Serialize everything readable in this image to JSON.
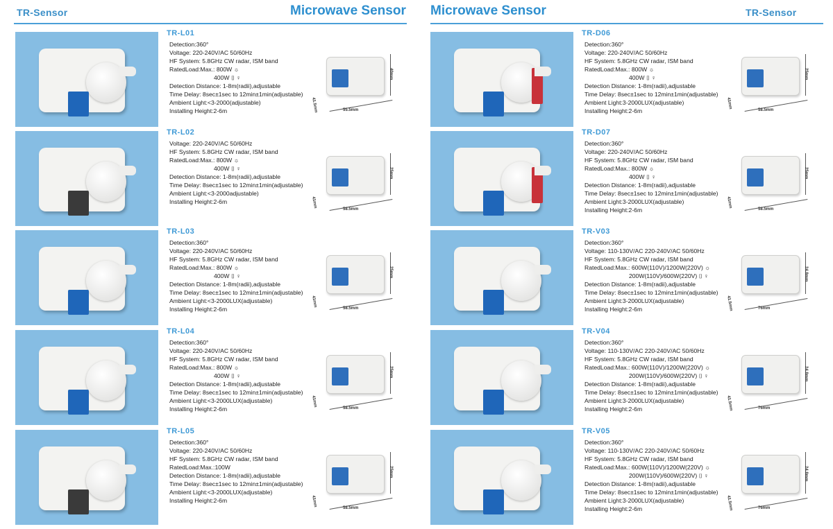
{
  "left_page": {
    "brand": "TR-Sensor",
    "title": "Microwave Sensor",
    "products": [
      {
        "code": "TR-L01",
        "specs": [
          "Detection:360°",
          "Voltage: 220-240V/AC 50/60Hz",
          "HF System: 5.8GHz CW radar, ISM band",
          "RatedLoad:Max.: 800W ☼",
          "400W ⌷ ♀",
          "Detection Distance: 1-8m(radii),adjustable",
          "Time Delay: 8sec±1sec to 12min±1min(adjustable)",
          "Ambient Light:<3-2000(adjustable)",
          "Installing Height:2-6m"
        ],
        "dims": {
          "w": "55.5mm",
          "h": "40mm",
          "d": "41.5mm"
        }
      },
      {
        "code": "TR-L02",
        "specs": [
          "Voltage: 220-240V/AC 50/60Hz",
          "HF System: 5.8GHz CW radar, ISM band",
          "RatedLoad:Max.: 800W ☼",
          "400W ⌷ ♀",
          "Detection Distance: 1-8m(radii),adjustable",
          "Time Delay: 8sec±1sec to 12min±1min(adjustable)",
          "Ambient Light:<3-2000adjustable)",
          "Installing Height:2-6m"
        ],
        "dims": {
          "w": "58.5mm",
          "h": "25mm",
          "d": "41mm"
        }
      },
      {
        "code": "TR-L03",
        "specs": [
          "Detection:360°",
          "Voltage: 220-240V/AC 50/60Hz",
          "HF System: 5.8GHz CW radar, ISM band",
          "RatedLoad:Max.: 800W ☼",
          "400W ⌷ ♀",
          "Detection Distance: 1-8m(radii),adjustable",
          "Time Delay: 8sec±1sec to 12min±1min(adjustable)",
          "Ambient Light:<3-2000LUX(adjustable)",
          "Installing Height:2-6m"
        ],
        "dims": {
          "w": "58.5mm",
          "h": "25mm",
          "d": "41mm"
        }
      },
      {
        "code": "TR-L04",
        "specs": [
          "Detection:360°",
          "Voltage: 220-240V/AC 50/60Hz",
          "HF System: 5.8GHz CW radar, ISM band",
          "RatedLoad:Max.: 800W ☼",
          "400W ⌷ ♀",
          "Detection Distance: 1-8m(radii),adjustable",
          "Time Delay: 8sec±1sec to 12min±1min(adjustable)",
          "Ambient Light:<3-2000LUX(adjustable)",
          "Installing Height:2-6m"
        ],
        "dims": {
          "w": "58.5mm",
          "h": "25mm",
          "d": "41mm"
        }
      },
      {
        "code": "TR-L05",
        "specs": [
          "Detection:360°",
          "Voltage:  220-240V/AC 50/60Hz",
          "HF System: 5.8GHz CW radar, ISM band",
          "RatedLoad:Max.:100W",
          "Detection Distance: 1-8m(radii),adjustable",
          "Time Delay: 8sec±1sec to 12min±1min(adjustable)",
          "Ambient Light:<3-2000LUX(adjustable)",
          " Installing Height:2-6m"
        ],
        "dims": {
          "w": "58.5mm",
          "h": "25mm",
          "d": "41mm"
        }
      }
    ]
  },
  "right_page": {
    "brand": "TR-Sensor",
    "title": "Microwave Sensor",
    "products": [
      {
        "code": "TR-D06",
        "specs": [
          "Detection:360°",
          "Voltage: 220-240V/AC 50/60Hz",
          "HF System: 5.8GHz CW radar, ISM band",
          "RatedLoad:Max.: 800W ☼",
          "400W ⌷ ♀",
          "Detection Distance: 1-8m(radii),adjustable",
          "Time Delay: 8sec±1sec to 12min±1min(adjustable)",
          "Ambient Light:3-2000LUX(adjustable)",
          "Installing Height:2-6m"
        ],
        "dims": {
          "w": "58.5mm",
          "h": "25mm",
          "d": "41mm"
        }
      },
      {
        "code": "TR-D07",
        "specs": [
          "Detection:360°",
          "Voltage: 220-240V/AC 50/60Hz",
          "HF System: 5.8GHz CW radar, ISM band",
          "RatedLoad:Max.: 800W ☼",
          "400W ⌷ ♀",
          "Detection Distance: 1-8m(radii),adjustable",
          "Time Delay: 8sec±1sec to 12min±1min(adjustable)",
          "Ambient Light:3-2000LUX(adjustable)",
          "Installing Height:2-6m"
        ],
        "dims": {
          "w": "58.5mm",
          "h": "25mm",
          "d": "41mm"
        }
      },
      {
        "code": "TR-V03",
        "specs": [
          "Detection:360°",
          "Voltage: 110-130V/AC 220-240V/AC 50/60Hz",
          "HF System: 5.8GHz CW radar, ISM band",
          "RatedLoad:Max.: 600W(110V)/1200W(220V) ☼",
          "200W(110V)/600W(220V) ⌷ ♀",
          "Detection Distance: 1-8m(radii),adjustable",
          "Time Delay: 8sec±1sec to 12min±1min(adjustable)",
          "Ambient Light:3-2000LUX(adjustable)",
          "Installing Height:2-6m"
        ],
        "dims": {
          "w": "76mm",
          "h": "24.8mm",
          "d": "41.5mm"
        }
      },
      {
        "code": "TR-V04",
        "specs": [
          "Detection:360°",
          "Voltage: 110-130V/AC 220-240V/AC 50/60Hz",
          "HF System: 5.8GHz CW radar, ISM band",
          "RatedLoad:Max.: 600W(110V)/1200W(220V) ☼",
          "200W(110V)/600W(220V) ⌷ ♀",
          "Detection Distance: 1-8m(radii),adjustable",
          "Time Delay: 8sec±1sec to 12min±1min(adjustable)",
          "Ambient Light:3-2000LUX(adjustable)",
          "Installing Height:2-6m"
        ],
        "dims": {
          "w": "76mm",
          "h": "24.8mm",
          "d": "41.5mm"
        }
      },
      {
        "code": "TR-V05",
        "specs": [
          "Detection:360°",
          "Voltage: 110-130V/AC 220-240V/AC 50/60Hz",
          "HF System: 5.8GHz CW radar, ISM band",
          "RatedLoad:Max.: 600W(110V)/1200W(220V) ☼",
          "200W(110V)/600W(220V) ⌷ ♀",
          "Detection Distance: 1-8m(radii),adjustable",
          "Time Delay: 8sec±1sec to 12min±1min(adjustable)",
          "Ambient Light:3-2000LUX(adjustable)",
          "Installing Height:2-6m"
        ],
        "dims": {
          "w": "76mm",
          "h": "24.8mm",
          "d": "41.5mm"
        }
      }
    ]
  },
  "colors": {
    "accent": "#2d8fcf",
    "photo_bg": "#86bde3",
    "terminal_blue": "#1f66b9",
    "switch_red": "#c8323a"
  }
}
